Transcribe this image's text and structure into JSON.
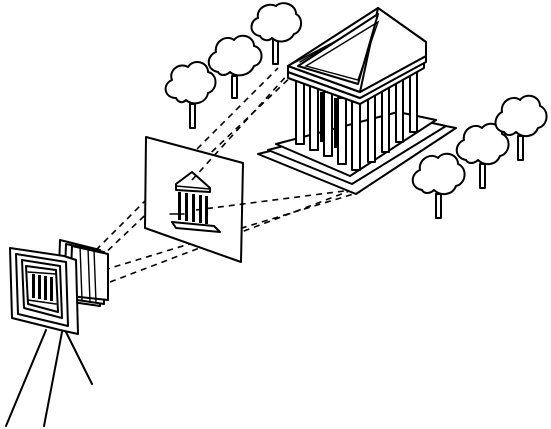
{
  "figure": {
    "subject": "pinhole-camera-projection",
    "objects": [
      "camera-on-tripod",
      "projection-plane",
      "greek-temple",
      "trees"
    ]
  },
  "palette": {
    "ink": "#000000",
    "paper": "#ffffff"
  }
}
